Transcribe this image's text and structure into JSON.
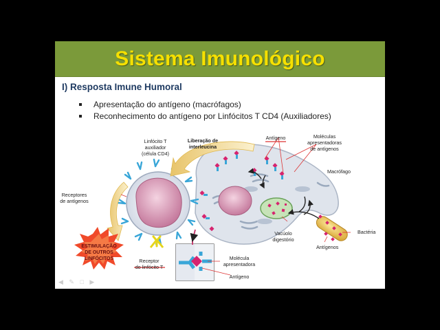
{
  "slide": {
    "title": "Sistema Imunológico",
    "section_heading": "I) Resposta Imune Humoral",
    "bullets": [
      "Apresentação do antígeno (macrófagos)",
      "Reconhecimento do antígeno por Linfócitos T CD4 (Auxiliadores)"
    ]
  },
  "diagram": {
    "labels": {
      "lymph_line1": "Linfócito T",
      "lymph_line2": "auxiliador",
      "lymph_line3": "(célula CD4)",
      "interleukin_line1": "Liberação de",
      "interleukin_line2": "interleucina",
      "antigen_top": "Antígeno",
      "molecules_line1": "Moléculas",
      "molecules_line2": "apresentadoras",
      "molecules_line3": "de antígenos",
      "macrophage": "Macrófago",
      "receptors_line1": "Receptores",
      "receptors_line2": "de antígenos",
      "bacteria": "Bactéria",
      "antigens": "Antígenos",
      "vacuole_line1": "Vacúolo",
      "vacuole_line2": "digestório",
      "stim_line1": "ESTIMULAÇÃO",
      "stim_line2": "DE OUTROS",
      "stim_line3": "LINFÓCITOS",
      "receptor_t_line1": "Receptor",
      "receptor_t_line2": "do linfócito T",
      "molecule_pres_line1": "Molécula",
      "molecule_pres_line2": "apresentadora",
      "antigen_bottom": "Antígeno"
    },
    "colors": {
      "title_bar": "#7b9a3a",
      "title_text": "#f6e000",
      "heading": "#1f3b62",
      "lymphocyte_nucleus": "#e6a9c2",
      "macrophage": "#dbe1ea",
      "antigen": "#d6246f",
      "receptor": "#39a6d8",
      "stimulation": "#f04a2a"
    }
  }
}
